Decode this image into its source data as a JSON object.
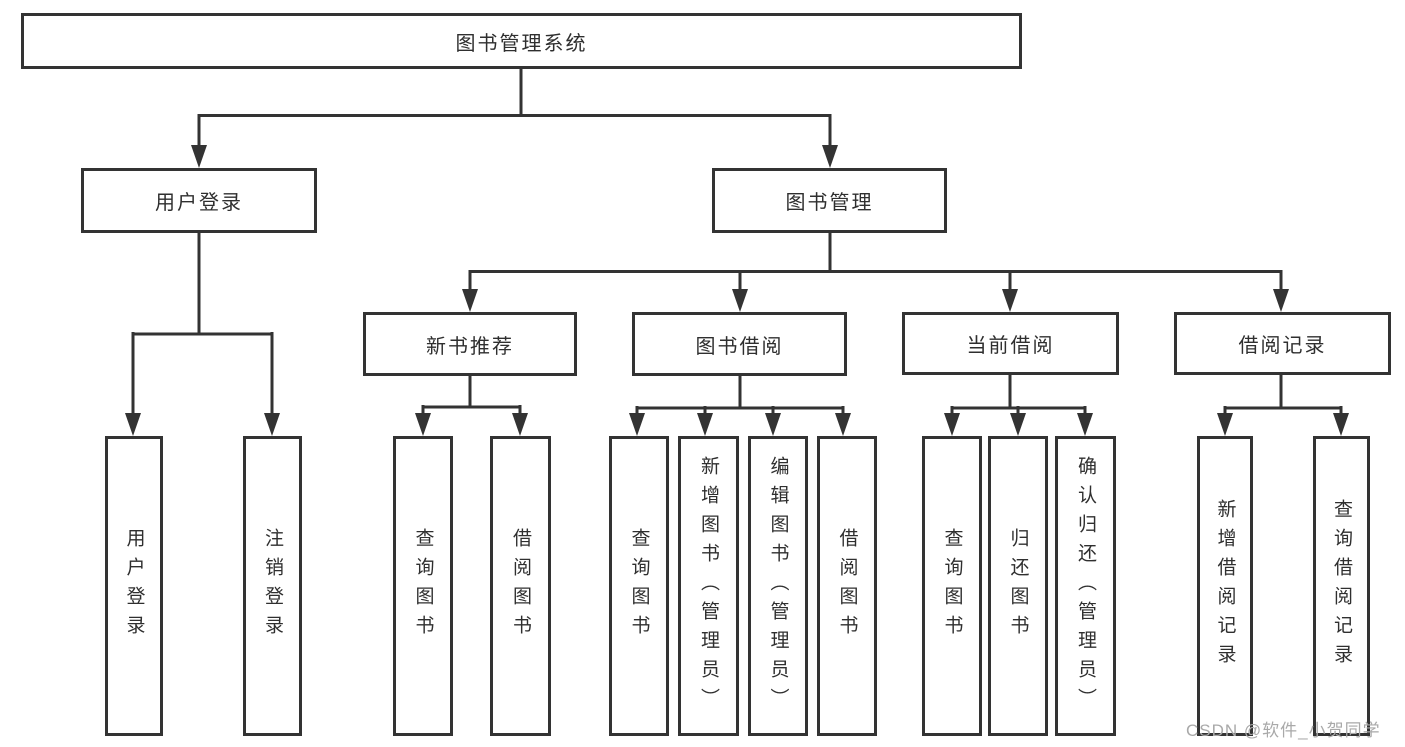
{
  "diagram": {
    "root": {
      "label": "图书管理系统"
    },
    "branches": [
      {
        "label": "用户登录",
        "children": [
          {
            "label": "用户登录"
          },
          {
            "label": "注销登录"
          }
        ]
      },
      {
        "label": "图书管理",
        "children": [
          {
            "label": "新书推荐",
            "children": [
              {
                "label": "查询图书"
              },
              {
                "label": "借阅图书"
              }
            ]
          },
          {
            "label": "图书借阅",
            "children": [
              {
                "label": "查询图书"
              },
              {
                "label": "新增图书（管理员）"
              },
              {
                "label": "编辑图书（管理员）"
              },
              {
                "label": "借阅图书"
              }
            ]
          },
          {
            "label": "当前借阅",
            "children": [
              {
                "label": "查询图书"
              },
              {
                "label": "归还图书"
              },
              {
                "label": "确认归还（管理员）"
              }
            ]
          },
          {
            "label": "借阅记录",
            "children": [
              {
                "label": "新增借阅记录"
              },
              {
                "label": "查询借阅记录"
              }
            ]
          }
        ]
      }
    ]
  },
  "watermark": {
    "text": "CSDN @软件_小贺同学"
  },
  "colors": {
    "line": "#333333",
    "text": "#2f2f2f",
    "watermark": "#a9a9a9",
    "background": "#ffffff"
  }
}
